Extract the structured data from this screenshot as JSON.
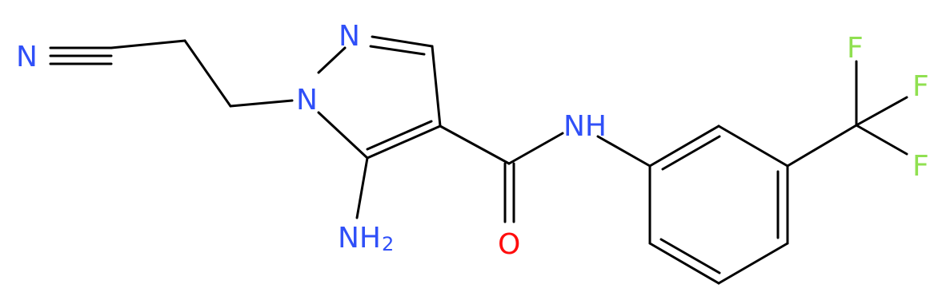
{
  "molecule": {
    "atoms": {
      "nitrile_n": "N",
      "ring_n2": "N",
      "ring_n1": "N",
      "amide_nh": "NH",
      "amino": "NH",
      "amino_sub": "2",
      "carbonyl_o": "O",
      "f1": "F",
      "f2": "F",
      "f3": "F"
    },
    "colors": {
      "nitrogen": "#3050F8",
      "oxygen": "#FF0D0D",
      "fluorine": "#90E050",
      "bond": "#000000"
    }
  }
}
